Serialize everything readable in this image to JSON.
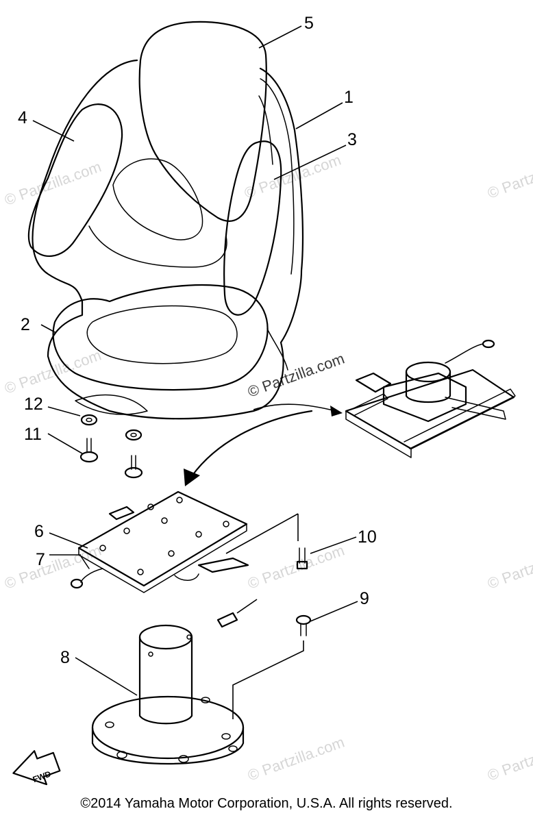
{
  "callouts": {
    "c1": "1",
    "c2": "2",
    "c3": "3",
    "c4": "4",
    "c5": "5",
    "c6": "6",
    "c7": "7",
    "c8": "8",
    "c9": "9",
    "c10": "10",
    "c11": "11",
    "c12": "12"
  },
  "watermark": "© Partzilla.com",
  "fwd_label": "FWD",
  "copyright": "©2014 Yamaha Motor Corporation, U.S.A. All rights reserved."
}
